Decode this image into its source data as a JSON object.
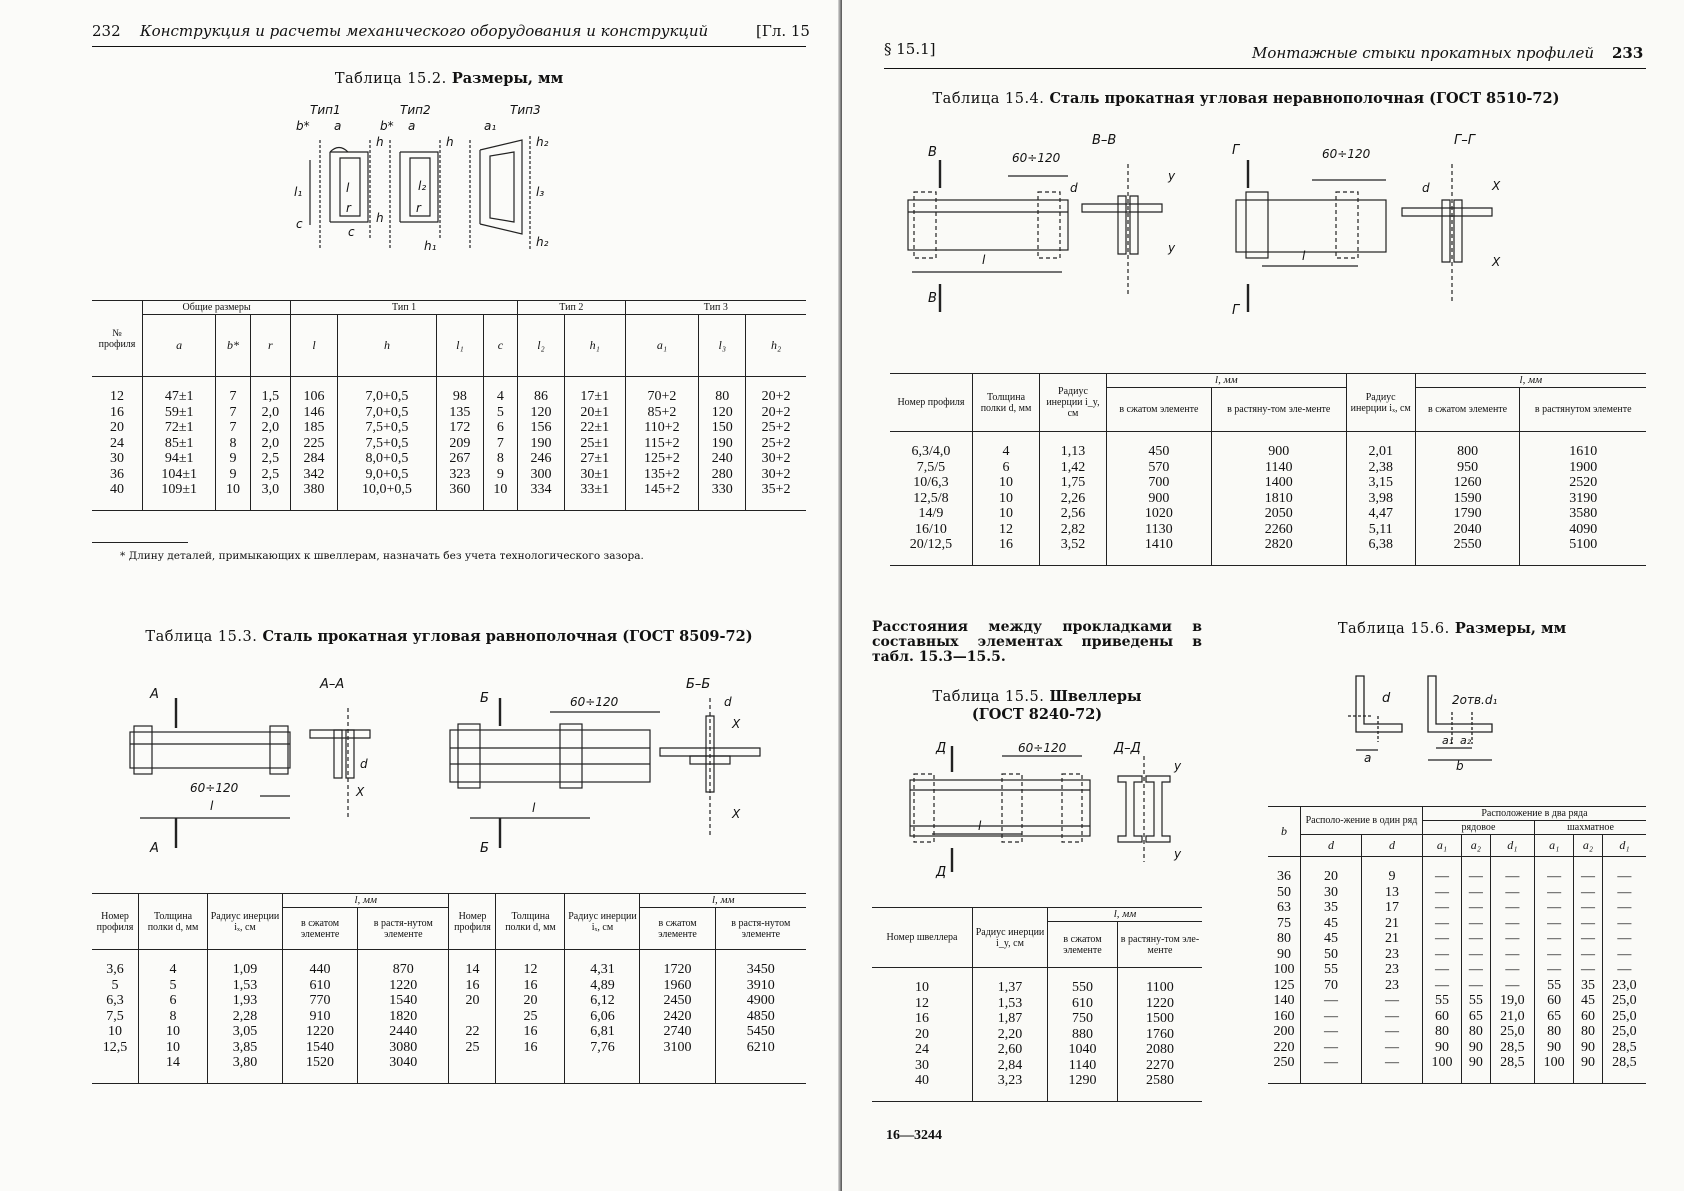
{
  "left_page": {
    "page_number": "232",
    "running_title": "Конструкция и расчеты механического оборудования и конструкций",
    "chapter": "[Гл. 15",
    "table_15_2": {
      "caption_prefix": "Таблица 15.2.",
      "caption_title": "Размеры, мм",
      "figure_labels": {
        "type1": "Тип1",
        "type2": "Тип2",
        "type3": "Тип3",
        "b": "b*",
        "a": "a",
        "a1": "a₁",
        "h": "h",
        "h1": "h₁",
        "h2": "h₂",
        "l": "l",
        "l1": "l₁",
        "l2": "l₂",
        "l3": "l₃",
        "r": "r",
        "c": "c"
      },
      "group_headers": [
        "Общие размеры",
        "Тип 1",
        "Тип 2",
        "Тип 3"
      ],
      "profile_header": "№ профиля",
      "columns": [
        "a",
        "b*",
        "r",
        "l",
        "h",
        "l₁",
        "c",
        "l₂",
        "h₁",
        "a₁",
        "l₃",
        "h₂"
      ],
      "rows": [
        [
          "12",
          "47±1",
          "7",
          "1,5",
          "106",
          "7,0+0,5",
          "98",
          "4",
          "86",
          "17±1",
          "70+2",
          "80",
          "20+2"
        ],
        [
          "16",
          "59±1",
          "7",
          "2,0",
          "146",
          "7,0+0,5",
          "135",
          "5",
          "120",
          "20±1",
          "85+2",
          "120",
          "20+2"
        ],
        [
          "20",
          "72±1",
          "7",
          "2,0",
          "185",
          "7,5+0,5",
          "172",
          "6",
          "156",
          "22±1",
          "110+2",
          "150",
          "25+2"
        ],
        [
          "24",
          "85±1",
          "8",
          "2,0",
          "225",
          "7,5+0,5",
          "209",
          "7",
          "190",
          "25±1",
          "115+2",
          "190",
          "25+2"
        ],
        [
          "30",
          "94±1",
          "9",
          "2,5",
          "284",
          "8,0+0,5",
          "267",
          "8",
          "246",
          "27±1",
          "125+2",
          "240",
          "30+2"
        ],
        [
          "36",
          "104±1",
          "9",
          "2,5",
          "342",
          "9,0+0,5",
          "323",
          "9",
          "300",
          "30±1",
          "135+2",
          "280",
          "30+2"
        ],
        [
          "40",
          "109±1",
          "10",
          "3,0",
          "380",
          "10,0+0,5",
          "360",
          "10",
          "334",
          "33±1",
          "145+2",
          "330",
          "35+2"
        ]
      ],
      "footnote": "* Длину деталей, примыкающих к швеллерам, назначать без учета технологического зазора."
    },
    "table_15_3": {
      "caption_prefix": "Таблица 15.3.",
      "caption_title": "Сталь прокатная угловая равнополочная (ГОСТ 8509-72)",
      "figure_labels": {
        "sectA": "А",
        "sectAA": "А–А",
        "sectB": "Б",
        "sectBB": "Б–Б",
        "spacing": "60÷120",
        "l": "l",
        "d": "d",
        "x": "X"
      },
      "headers": {
        "profile": "Номер профиля",
        "thickness": "Толщина полки d, мм",
        "radius": "Радиус инерции iₓ, см",
        "l_mm": "l, мм",
        "compressed": "в сжатом элементе",
        "tensioned": "в растя-нутом элементе"
      },
      "rows_left": [
        [
          "3,6",
          "4",
          "1,09",
          "440",
          "870"
        ],
        [
          "5",
          "5",
          "1,53",
          "610",
          "1220"
        ],
        [
          "6,3",
          "6",
          "1,93",
          "770",
          "1540"
        ],
        [
          "7,5",
          "8",
          "2,28",
          "910",
          "1820"
        ],
        [
          "10",
          "10",
          "3,05",
          "1220",
          "2440"
        ],
        [
          "12,5",
          "10",
          "3,85",
          "1540",
          "3080"
        ],
        [
          "",
          "14",
          "3,80",
          "1520",
          "3040"
        ]
      ],
      "rows_right": [
        [
          "14",
          "12",
          "4,31",
          "1720",
          "3450"
        ],
        [
          "16",
          "16",
          "4,89",
          "1960",
          "3910"
        ],
        [
          "20",
          "20",
          "6,12",
          "2450",
          "4900"
        ],
        [
          "",
          "25",
          "6,06",
          "2420",
          "4850"
        ],
        [
          "22",
          "16",
          "6,81",
          "2740",
          "5450"
        ],
        [
          "25",
          "16",
          "7,76",
          "3100",
          "6210"
        ],
        [
          "",
          "",
          "",
          "",
          ""
        ]
      ]
    }
  },
  "right_page": {
    "section": "§ 15.1]",
    "running_title": "Монтажные стыки прокатных профилей",
    "page_number": "233",
    "table_15_4": {
      "caption_prefix": "Таблица 15.4.",
      "caption_title": "Сталь прокатная угловая неравнополочная (ГОСТ 8510-72)",
      "figure_labels": {
        "sectB": "В",
        "sectBB": "В–В",
        "sectG": "Г",
        "sectGG": "Г–Г",
        "spacing": "60÷120",
        "l": "l",
        "d": "d",
        "x": "X",
        "y": "y"
      },
      "headers": {
        "profile": "Номер профиля",
        "thickness": "Толщина полки d, мм",
        "radius_y": "Радиус инерции i_y, см",
        "radius_x": "Радиус инерции iₓ, см",
        "l_mm": "l, мм",
        "compressed": "в сжатом элементе",
        "tensioned_a": "в растяну-том эле-менте",
        "tensioned_b": "в растянутом элементе"
      },
      "rows": [
        [
          "6,3/4,0",
          "4",
          "1,13",
          "450",
          "900",
          "2,01",
          "800",
          "1610"
        ],
        [
          "7,5/5",
          "6",
          "1,42",
          "570",
          "1140",
          "2,38",
          "950",
          "1900"
        ],
        [
          "10/6,3",
          "10",
          "1,75",
          "700",
          "1400",
          "3,15",
          "1260",
          "2520"
        ],
        [
          "12,5/8",
          "10",
          "2,26",
          "900",
          "1810",
          "3,98",
          "1590",
          "3190"
        ],
        [
          "14/9",
          "10",
          "2,56",
          "1020",
          "2050",
          "4,47",
          "1790",
          "3580"
        ],
        [
          "16/10",
          "12",
          "2,82",
          "1130",
          "2260",
          "5,11",
          "2040",
          "4090"
        ],
        [
          "20/12,5",
          "16",
          "3,52",
          "1410",
          "2820",
          "6,38",
          "2550",
          "5100"
        ]
      ]
    },
    "paragraph": "Расстояния между прокладками в составных элементах приведены в табл. 15.3—15.5.",
    "table_15_5": {
      "caption_prefix": "Таблица 15.5.",
      "caption_title": "Швеллеры",
      "caption_gost": "(ГОСТ 8240-72)",
      "figure_labels": {
        "sectD": "Д",
        "sectDD": "Д–Д",
        "spacing": "60÷120",
        "l": "l",
        "y": "y"
      },
      "headers": {
        "profile": "Номер швеллера",
        "radius": "Радиус инерции i_y, см",
        "l_mm": "l, мм",
        "compressed": "в сжатом элементе",
        "tensioned": "в растяну-том эле-менте"
      },
      "rows": [
        [
          "10",
          "1,37",
          "550",
          "1100"
        ],
        [
          "12",
          "1,53",
          "610",
          "1220"
        ],
        [
          "16",
          "1,87",
          "750",
          "1500"
        ],
        [
          "20",
          "2,20",
          "880",
          "1760"
        ],
        [
          "24",
          "2,60",
          "1040",
          "2080"
        ],
        [
          "30",
          "2,84",
          "1140",
          "2270"
        ],
        [
          "40",
          "3,23",
          "1290",
          "2580"
        ]
      ]
    },
    "table_15_6": {
      "caption_prefix": "Таблица 15.6.",
      "caption_title": "Размеры, мм",
      "figure_labels": {
        "d": "d",
        "two_rows": "2отв.d₁",
        "a": "a",
        "a1": "a₁",
        "a2": "a₂",
        "b": "b"
      },
      "headers": {
        "b": "b",
        "single": "Располо-жение в один ряд",
        "double": "Расположение в два ряда",
        "ordinary": "рядовое",
        "staggered": "шахматное",
        "d": "d",
        "a1": "a₁",
        "a2": "a₂",
        "d1": "d₁"
      },
      "rows": [
        [
          "36",
          "20",
          "9",
          "—",
          "—",
          "—",
          "—",
          "—",
          "—"
        ],
        [
          "50",
          "30",
          "13",
          "—",
          "—",
          "—",
          "—",
          "—",
          "—"
        ],
        [
          "63",
          "35",
          "17",
          "—",
          "—",
          "—",
          "—",
          "—",
          "—"
        ],
        [
          "75",
          "45",
          "21",
          "—",
          "—",
          "—",
          "—",
          "—",
          "—"
        ],
        [
          "80",
          "45",
          "21",
          "—",
          "—",
          "—",
          "—",
          "—",
          "—"
        ],
        [
          "90",
          "50",
          "23",
          "—",
          "—",
          "—",
          "—",
          "—",
          "—"
        ],
        [
          "100",
          "55",
          "23",
          "—",
          "—",
          "—",
          "—",
          "—",
          "—"
        ],
        [
          "125",
          "70",
          "23",
          "—",
          "—",
          "—",
          "55",
          "35",
          "23,0"
        ],
        [
          "140",
          "—",
          "—",
          "55",
          "55",
          "19,0",
          "60",
          "45",
          "25,0"
        ],
        [
          "160",
          "—",
          "—",
          "60",
          "65",
          "21,0",
          "65",
          "60",
          "25,0"
        ],
        [
          "200",
          "—",
          "—",
          "80",
          "80",
          "25,0",
          "80",
          "80",
          "25,0"
        ],
        [
          "220",
          "—",
          "—",
          "90",
          "90",
          "28,5",
          "90",
          "90",
          "28,5"
        ],
        [
          "250",
          "—",
          "—",
          "100",
          "90",
          "28,5",
          "100",
          "90",
          "28,5"
        ]
      ]
    },
    "signature": "16—3244"
  }
}
